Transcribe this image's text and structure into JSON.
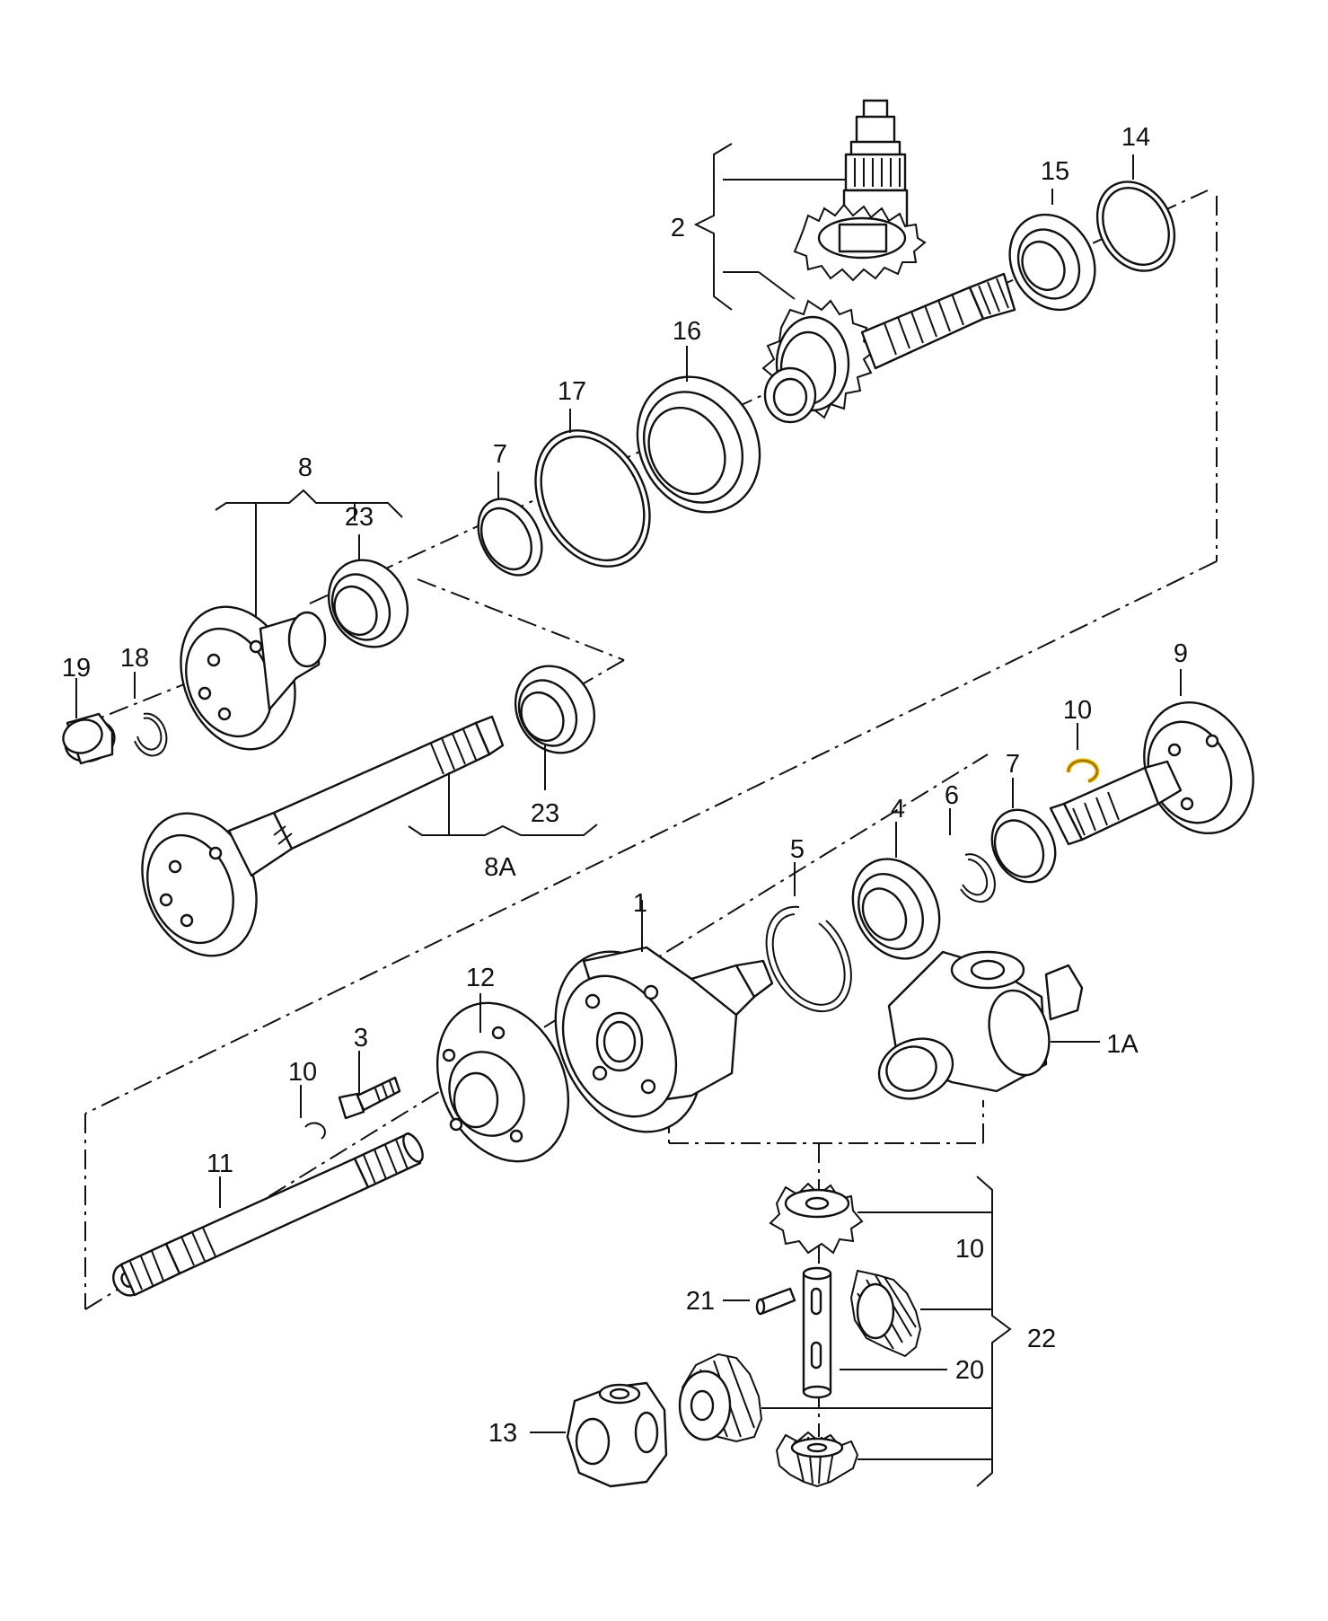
{
  "diagram": {
    "labels": {
      "l1": "1",
      "l1A": "1A",
      "l2": "2",
      "l3": "3",
      "l4": "4",
      "l5": "5",
      "l6": "6",
      "l7a": "7",
      "l7b": "7",
      "l8": "8",
      "l8A": "8A",
      "l9": "9",
      "l10a": "10",
      "l10b": "10",
      "l10c": "10",
      "l11": "11",
      "l12": "12",
      "l13": "13",
      "l14": "14",
      "l15": "15",
      "l16": "16",
      "l17": "17",
      "l18": "18",
      "l19": "19",
      "l20": "20",
      "l21": "21",
      "l22": "22",
      "l23a": "23",
      "l23b": "23"
    },
    "highlight_color": "#e8b400",
    "line_color": "#111111"
  }
}
